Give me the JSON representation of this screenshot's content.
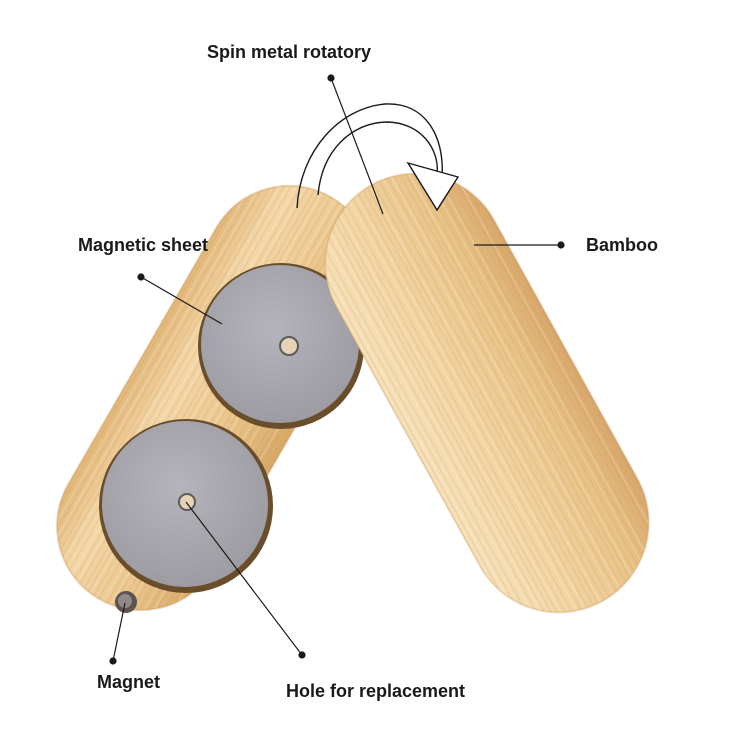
{
  "labels": {
    "spin": "Spin metal rotatory",
    "sheet": "Magnetic sheet",
    "bamboo": "Bamboo",
    "magnet": "Magnet",
    "hole": "Hole for replacement"
  },
  "colors": {
    "bamboo_light": "#f0d3a4",
    "bamboo_mid": "#e3b97c",
    "bamboo_dark": "#c9955a",
    "metal_disc": "#a6a5ab",
    "line": "#1a1a1a"
  },
  "icons": [
    "rotation-arrow-icon",
    "leader-line",
    "callout-dot"
  ]
}
